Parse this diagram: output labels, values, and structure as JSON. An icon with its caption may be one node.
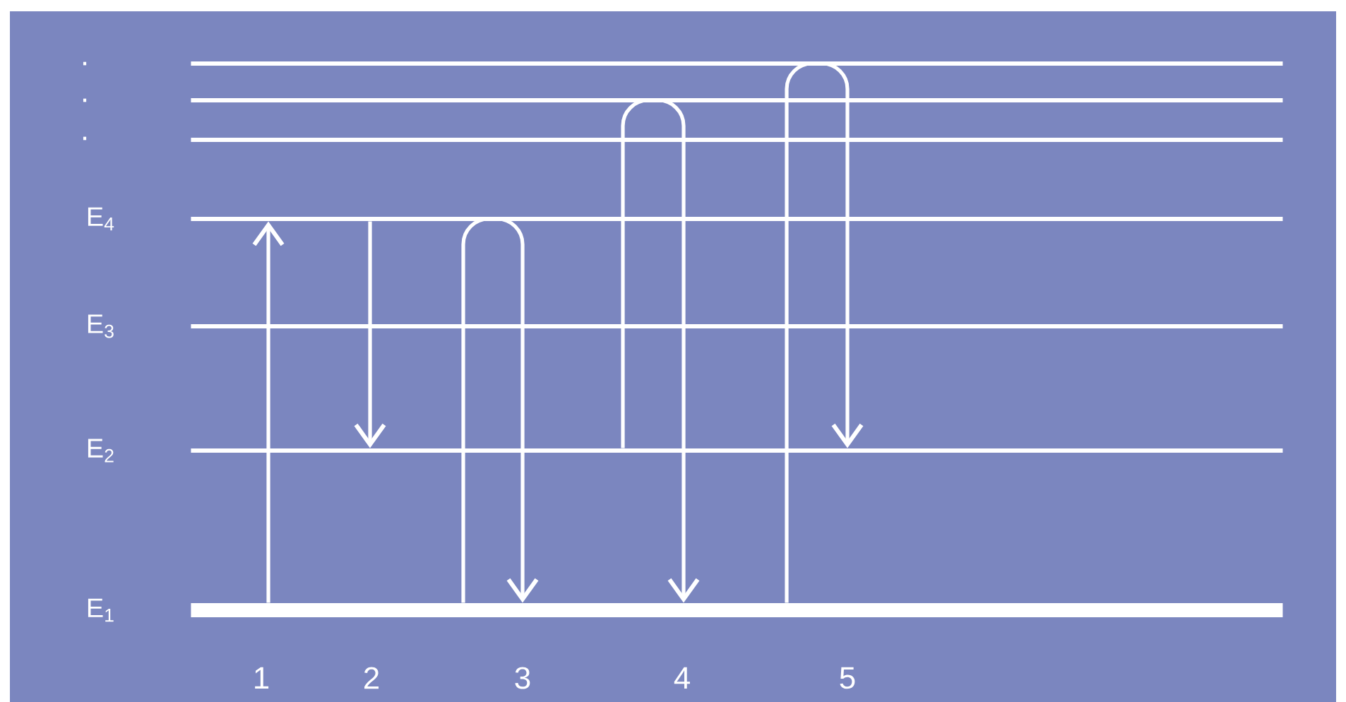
{
  "diagram": {
    "nodes": [
      {
        "text": [],
        "shape": "bar"
      },
      {
        "text": [],
        "shape": "bar"
      },
      {
        "text": [],
        "shape": "bar"
      },
      {
        "text": [
          "E$_{4}$"
        ]
      },
      {
        "text": [
          "E$_{3}$"
        ]
      },
      {
        "text": [
          "E$_{2}$"
        ]
      },
      {
        "text": [
          "E$_{1}$"
        ]
      }
    ],
    "edges": [
      {
        "from": 6,
        "to": 3,
        "arrow": "to"
      },
      {
        "from": 3,
        "to": 5,
        "arrow": "to"
      },
      {
        "from": 6,
        "to": 6,
        "arrow": "to"
      },
      {
        "from": 5,
        "to": 6,
        "arrow": "to"
      },
      {
        "from": 6,
        "to": 5,
        "arrow": "to"
      }
    ],
    "labels": [
      ".",
      ".",
      ".",
      "1",
      "2",
      "3",
      "4",
      "5"
    ]
  }
}
